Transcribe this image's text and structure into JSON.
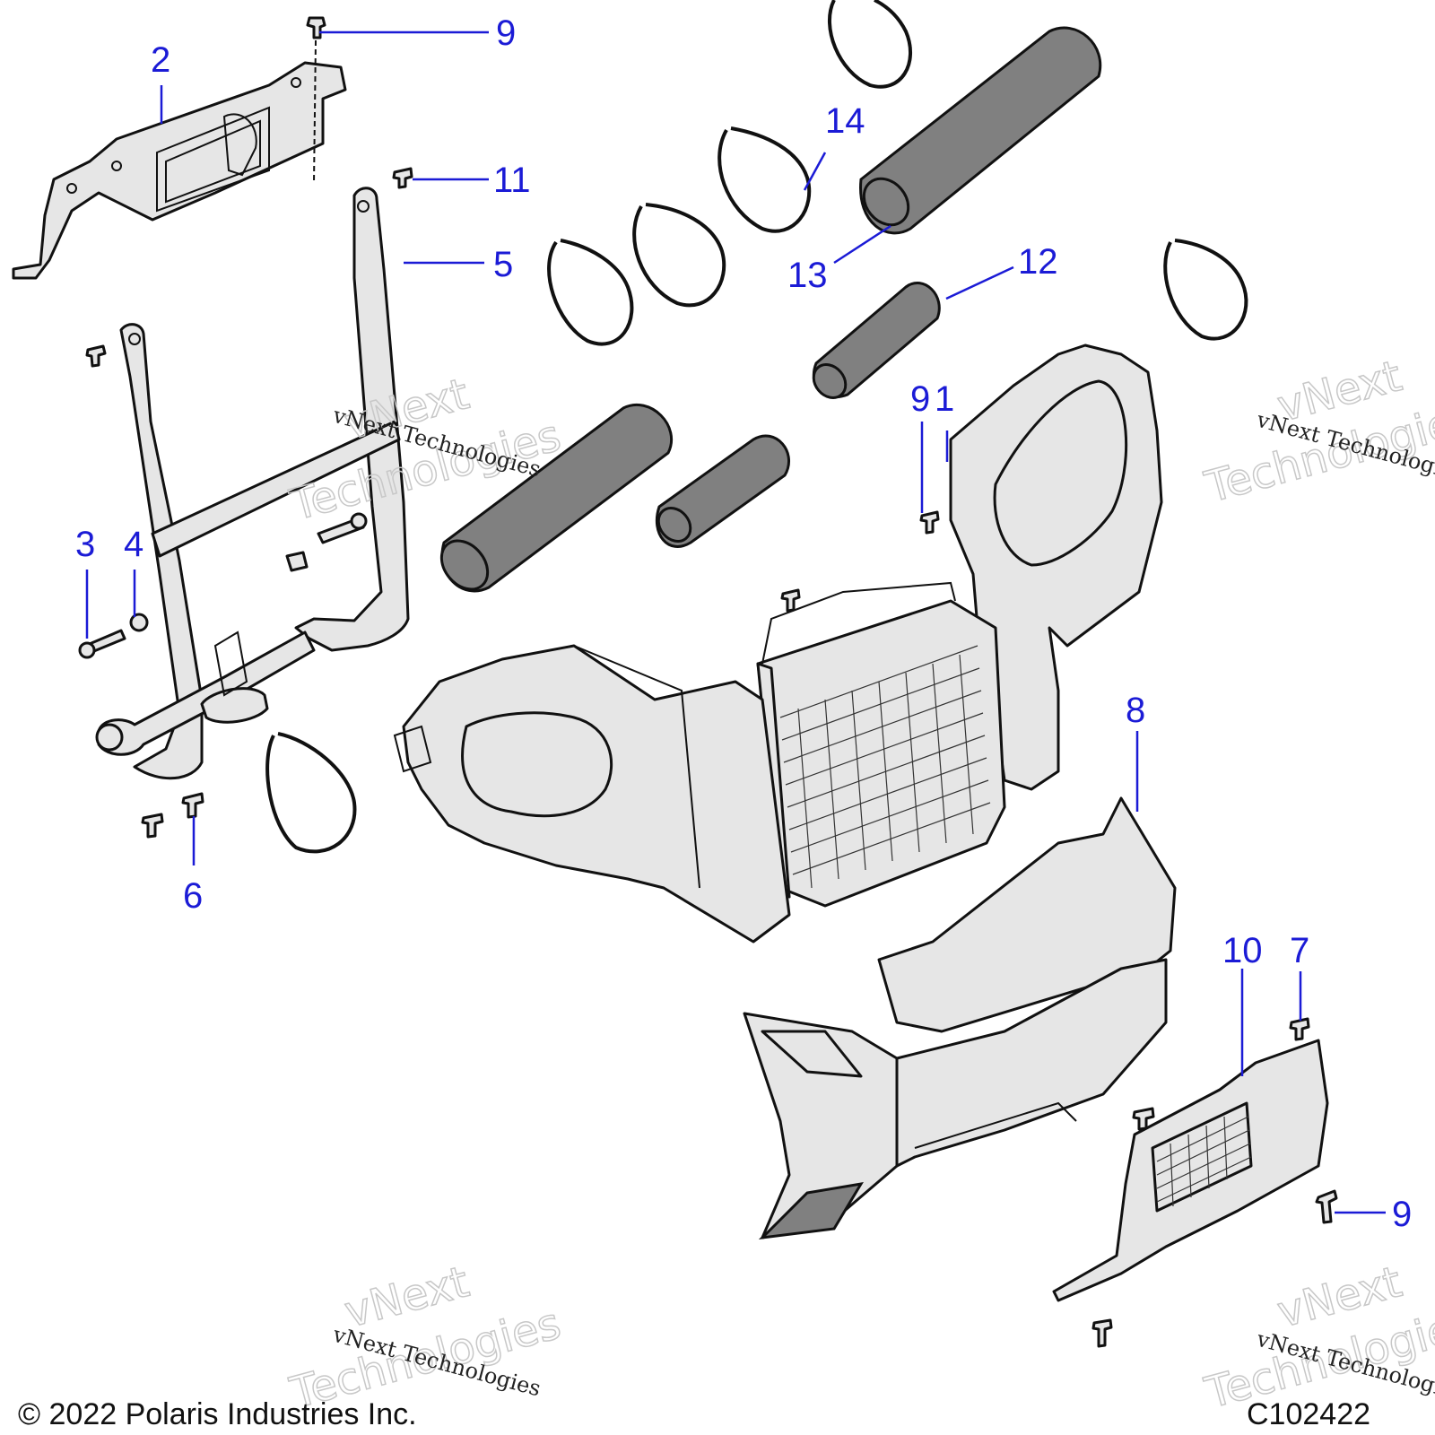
{
  "callouts": [
    {
      "id": "c1",
      "label": "1"
    },
    {
      "id": "c2",
      "label": "2"
    },
    {
      "id": "c3",
      "label": "3"
    },
    {
      "id": "c4",
      "label": "4"
    },
    {
      "id": "c5",
      "label": "5"
    },
    {
      "id": "c6",
      "label": "6"
    },
    {
      "id": "c7",
      "label": "7"
    },
    {
      "id": "c8",
      "label": "8"
    },
    {
      "id": "c9a",
      "label": "9"
    },
    {
      "id": "c9b",
      "label": "9"
    },
    {
      "id": "c9c",
      "label": "9"
    },
    {
      "id": "c10",
      "label": "10"
    },
    {
      "id": "c11",
      "label": "11"
    },
    {
      "id": "c12",
      "label": "12"
    },
    {
      "id": "c13",
      "label": "13"
    },
    {
      "id": "c14",
      "label": "14"
    }
  ],
  "watermark": {
    "small": "vNext Technologies",
    "big_line1": "vNext",
    "big_line2": "Technologies"
  },
  "footer": {
    "copyright": "© 2022 Polaris Industries Inc.",
    "figure_code": "C102422"
  },
  "colors": {
    "callout": "#1b1bd6",
    "line": "#111111",
    "part_fill": "#e6e6e6",
    "foam_fill": "#808080"
  }
}
